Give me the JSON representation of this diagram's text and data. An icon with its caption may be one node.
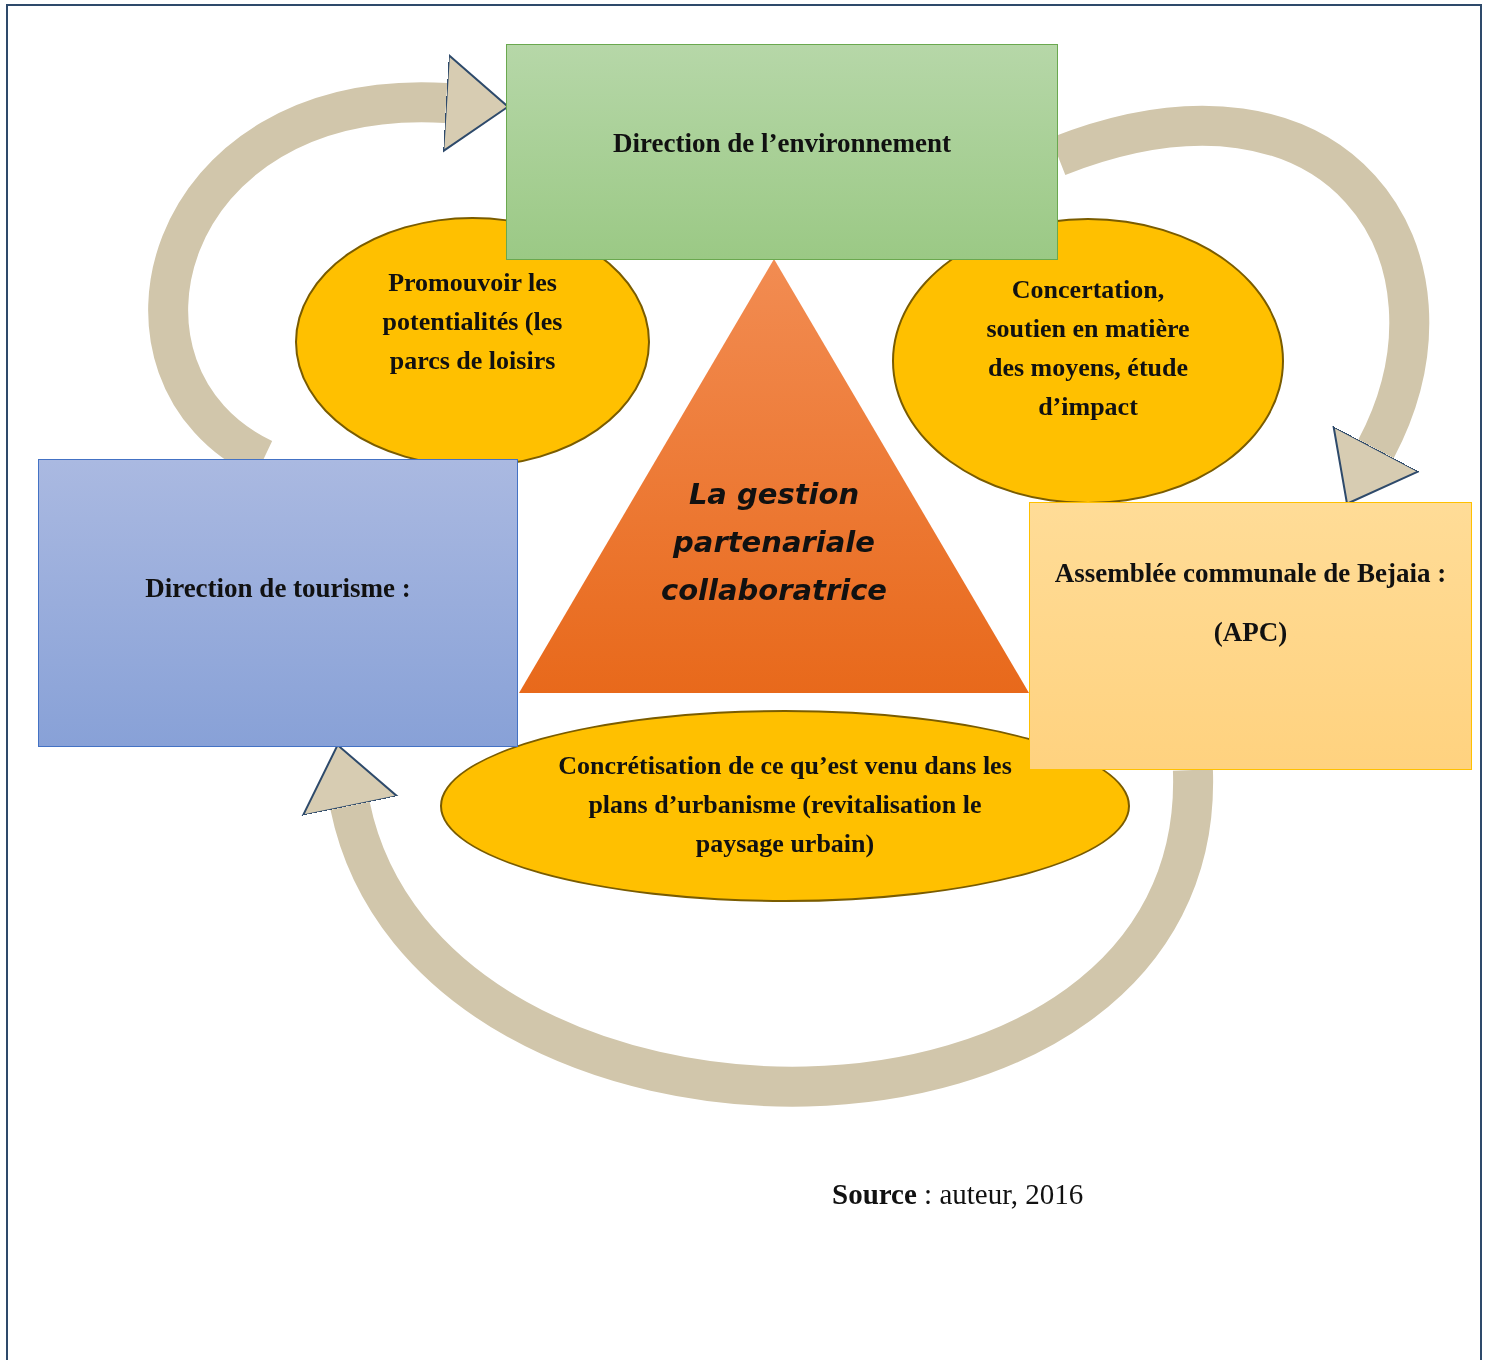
{
  "diagram": {
    "nodes": [
      {
        "text": [
          "Direction de l’environnement"
        ]
      },
      {
        "text": [
          "Promouvoir les potentialités (les parcs de loisirs"
        ]
      },
      {
        "text": [
          "Concertation, soutien en matière des moyens, étude d’impact"
        ]
      },
      {
        "text": [
          "Direction de tourisme :"
        ]
      },
      {
        "text": [
          "La gestion partenariale collaboratrice"
        ]
      },
      {
        "text": [
          "Assemblée communale de Bejaia :",
          "(APC)"
        ]
      },
      {
        "text": [
          "Concrétisation de ce  qu’est venu dans les plans d’urbanisme (revitalisation le paysage urbain)"
        ]
      }
    ],
    "edges": [
      {
        "from": 3,
        "to": 0,
        "arrow": "to"
      },
      {
        "from": 0,
        "to": 5,
        "arrow": "to"
      },
      {
        "from": 5,
        "to": 3,
        "arrow": "to"
      }
    ],
    "caption": "**Source** : auteur, 2016"
  }
}
